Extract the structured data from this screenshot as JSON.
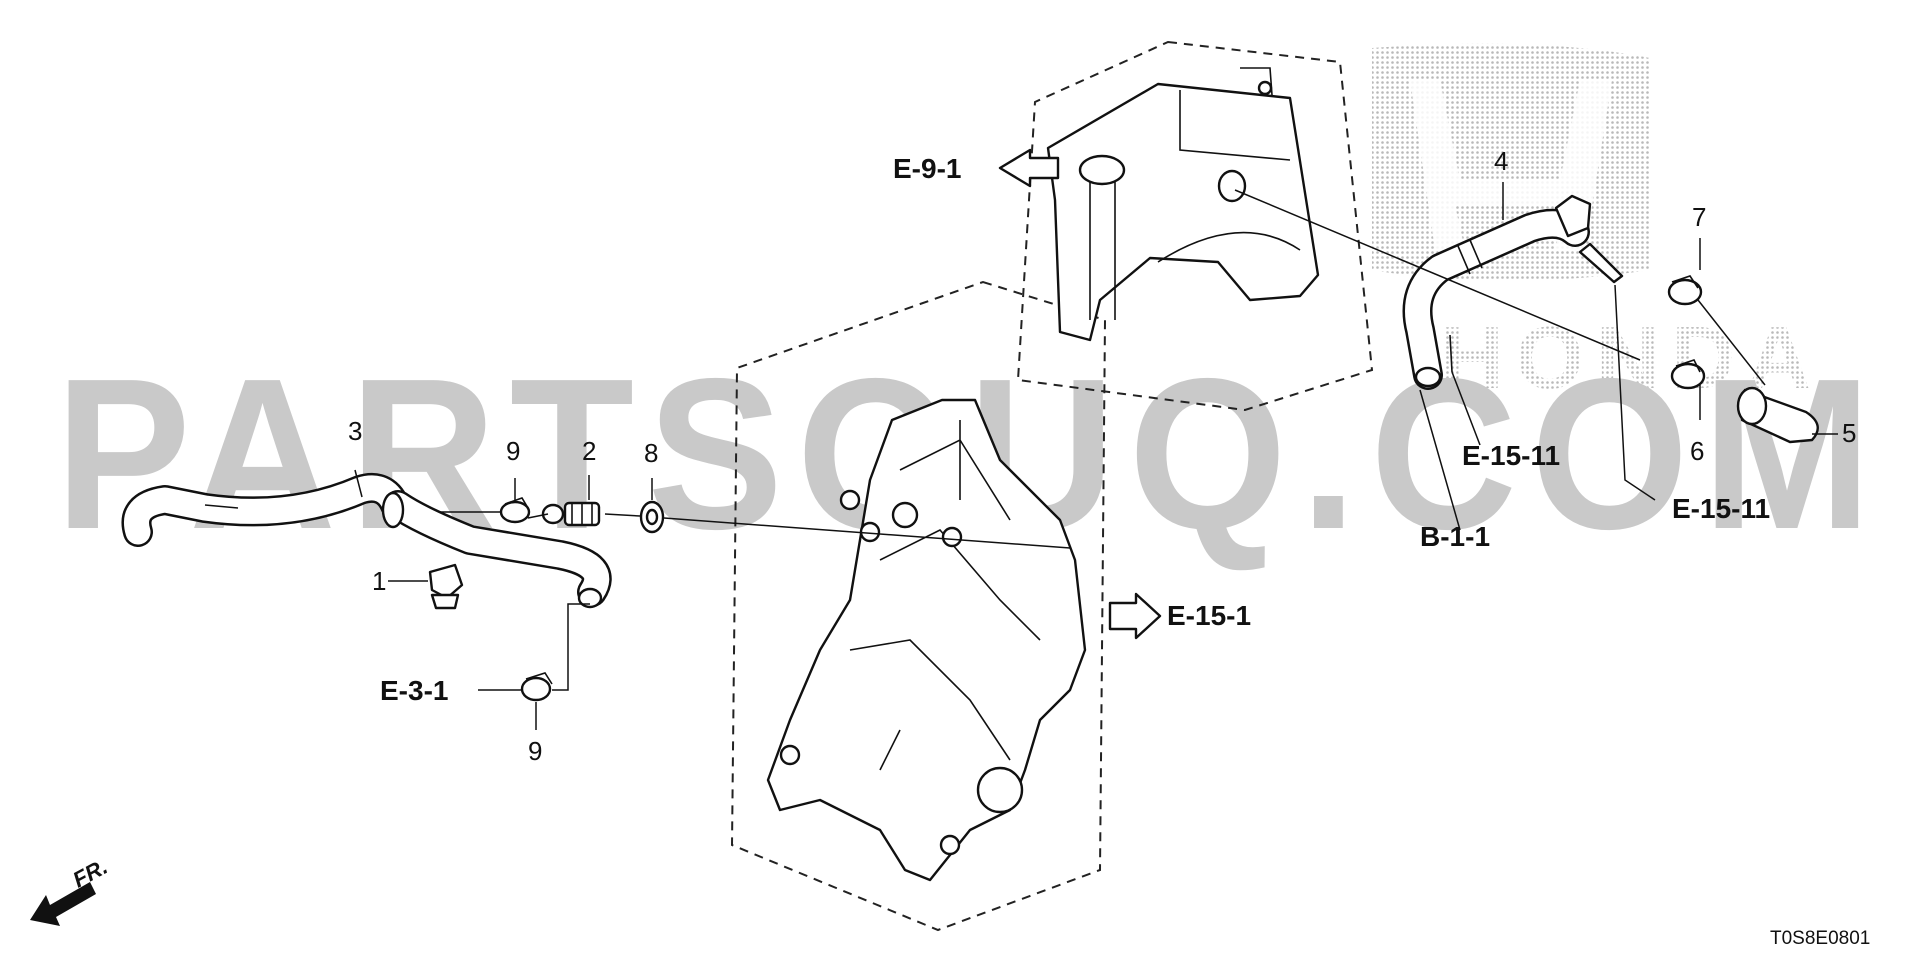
{
  "watermark": {
    "text": "PARTSOUQ.COM",
    "brand_logo_text": "HONDA"
  },
  "callouts": [
    {
      "id": "c1",
      "label": "1"
    },
    {
      "id": "c2",
      "label": "2"
    },
    {
      "id": "c3",
      "label": "3"
    },
    {
      "id": "c4",
      "label": "4"
    },
    {
      "id": "c5",
      "label": "5"
    },
    {
      "id": "c6",
      "label": "6"
    },
    {
      "id": "c7",
      "label": "7"
    },
    {
      "id": "c8",
      "label": "8"
    },
    {
      "id": "c9a",
      "label": "9"
    },
    {
      "id": "c9b",
      "label": "9"
    }
  ],
  "references": {
    "e_9_1": "E-9-1",
    "e_15_1": "E-15-1",
    "e_15_11_a": "E-15-11",
    "e_15_11_b": "E-15-11",
    "b_1_1": "B-1-1",
    "e_3_1": "E-3-1"
  },
  "direction_label": "FR.",
  "diagram_code": "T0S8E0801",
  "colors": {
    "line": "#111111",
    "watermark": "#c9c9c9",
    "background": "#ffffff"
  }
}
